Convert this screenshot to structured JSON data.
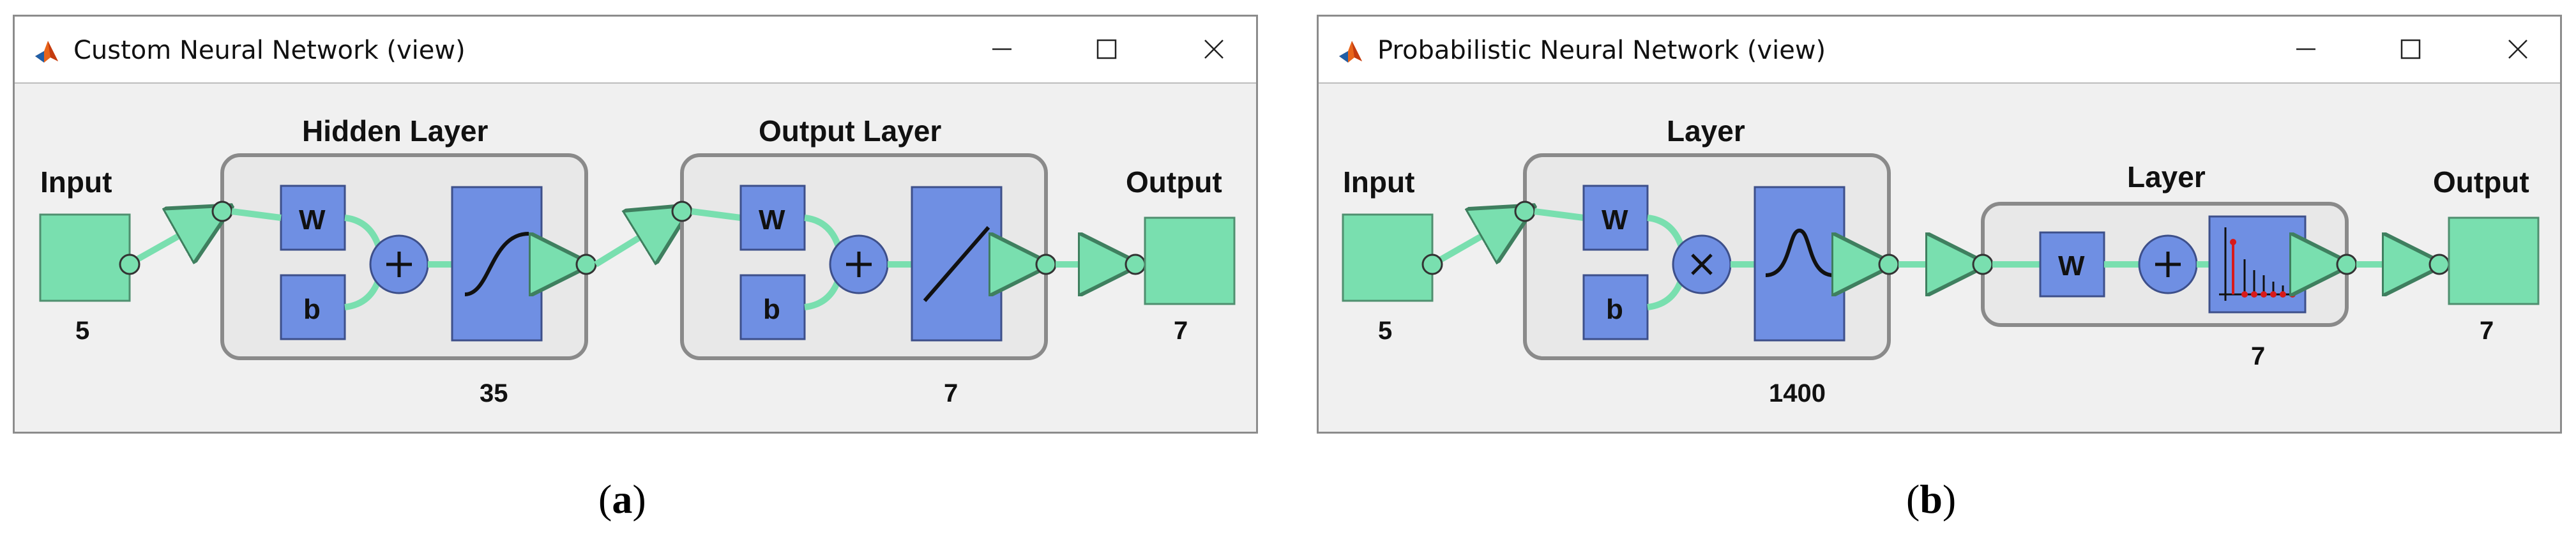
{
  "panel_a": {
    "window_title": "Custom Neural Network (view)",
    "input_label": "Input",
    "input_size": "5",
    "hidden_layer_title": "Hidden Layer",
    "hidden_layer_size": "35",
    "output_layer_title": "Output Layer",
    "output_layer_size": "7",
    "output_label": "Output",
    "output_size": "7",
    "weight_symbol": "W",
    "bias_symbol": "b",
    "caption_letter": "a"
  },
  "panel_b": {
    "window_title": "Probabilistic Neural Network (view)",
    "input_label": "Input",
    "input_size": "5",
    "layer1_title": "Layer",
    "layer1_size": "1400",
    "layer2_title": "Layer",
    "layer2_size": "7",
    "output_label": "Output",
    "output_size": "7",
    "weight_symbol": "W",
    "bias_symbol": "b",
    "caption_letter": "b"
  },
  "window_controls": {
    "minimize_icon": "minimize-icon",
    "maximize_icon": "maximize-icon",
    "close_icon": "close-icon"
  },
  "colors": {
    "io_box": "#79dfaf",
    "block": "#6f8fe3",
    "layer_border": "#8a8a8a",
    "connector": "#79dfaf",
    "canvas_bg": "#f0f0f0",
    "compet_stem": "#d81a1a"
  }
}
